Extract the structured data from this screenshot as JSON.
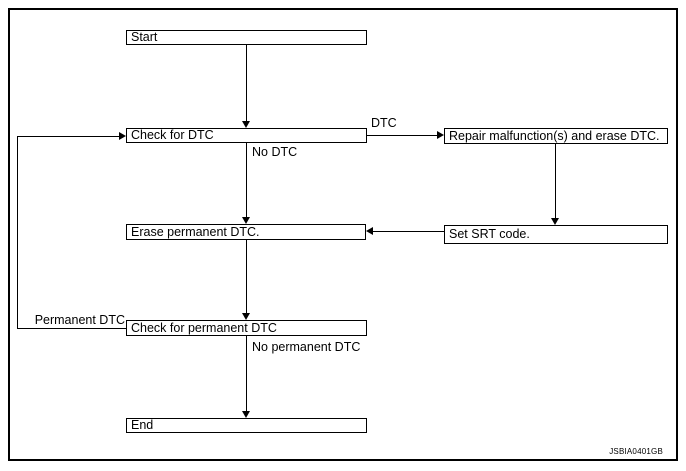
{
  "diagram": {
    "nodes": {
      "start": {
        "label": "Start"
      },
      "check_dtc": {
        "label": "Check for DTC"
      },
      "repair_erase": {
        "label": "Repair malfunction(s) and erase DTC."
      },
      "set_srt": {
        "label": "Set SRT code."
      },
      "erase_permanent": {
        "label": "Erase permanent DTC."
      },
      "check_permanent": {
        "label": "Check for permanent DTC"
      },
      "end": {
        "label": "End"
      }
    },
    "edge_labels": {
      "dtc": "DTC",
      "no_dtc": "No DTC",
      "permanent_dtc": "Permanent DTC",
      "no_permanent_dtc": "No permanent DTC"
    },
    "watermark": "JSBIA0401GB",
    "colors": {
      "line": "#000000",
      "background": "#ffffff",
      "frame_border": "#000000"
    }
  }
}
